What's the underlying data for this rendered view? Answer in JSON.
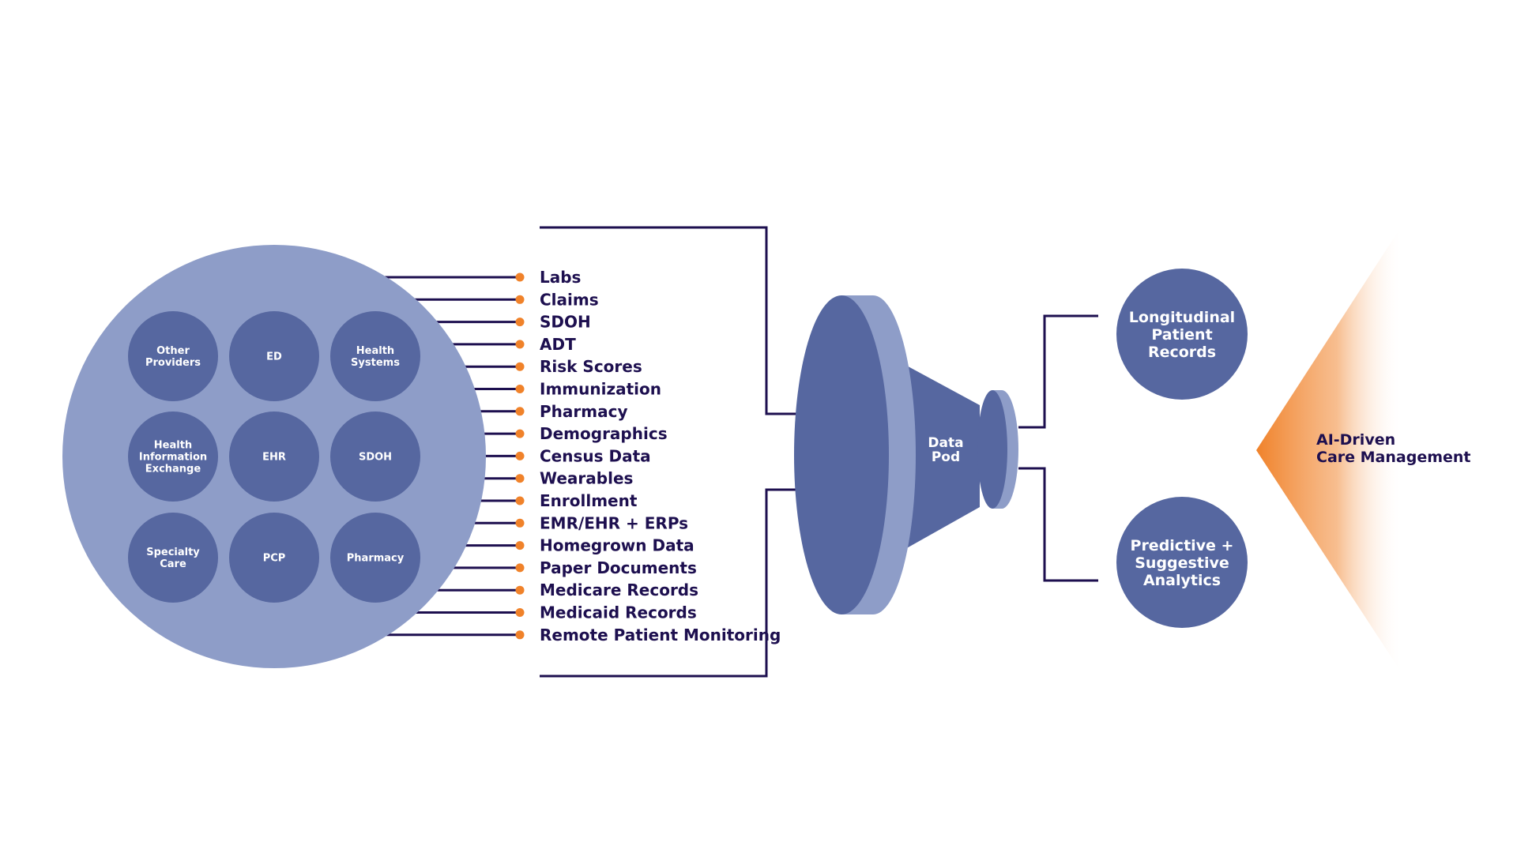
{
  "colors": {
    "navy": "#1d0f4f",
    "big_circle": "#8e9dc8",
    "node_circle": "#5667a0",
    "funnel_light": "#8e9dc8",
    "funnel_dark": "#5667a0",
    "dot": "#f0822a",
    "label_text": "#1d0f4f",
    "node_text": "#ffffff"
  },
  "sources": [
    [
      "Other",
      "Providers"
    ],
    [
      "ED"
    ],
    [
      "Health",
      "Systems"
    ],
    [
      "Health",
      "Information",
      "Exchange"
    ],
    [
      "EHR"
    ],
    [
      "SDOH"
    ],
    [
      "Specialty",
      "Care"
    ],
    [
      "PCP"
    ],
    [
      "Pharmacy"
    ]
  ],
  "data_types": [
    "Labs",
    "Claims",
    "SDOH",
    "ADT",
    "Risk Scores",
    "Immunization",
    "Pharmacy",
    "Demographics",
    "Census Data",
    "Wearables",
    "Enrollment",
    "EMR/EHR + ERPs",
    "Homegrown Data",
    "Paper Documents",
    "Medicare Records",
    "Medicaid Records",
    "Remote Patient Monitoring"
  ],
  "funnel_label": [
    "Data",
    "Pod"
  ],
  "outputs": [
    [
      "Longitudinal",
      "Patient",
      "Records"
    ],
    [
      "Predictive +",
      "Suggestive",
      "Analytics"
    ]
  ],
  "final_label": [
    "AI-Driven",
    "Care Management"
  ],
  "icons": {
    "connector_dot": "dot-icon"
  }
}
